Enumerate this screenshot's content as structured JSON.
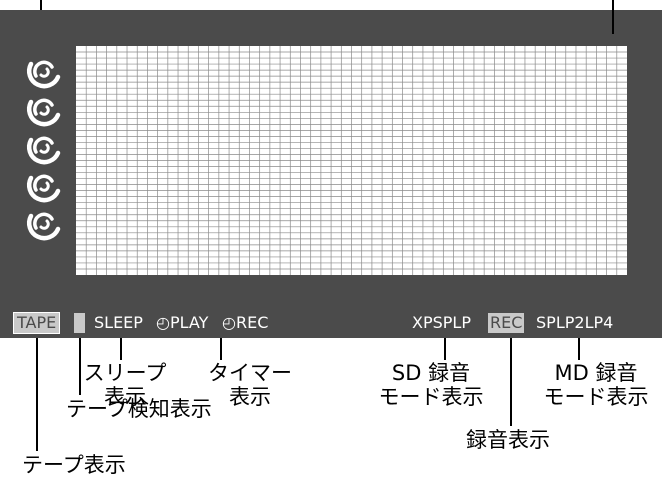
{
  "display": {
    "panel_color": "#4b4b4b",
    "pixel_color": "#ffffff",
    "indicator_box_color": "#c9c9c9",
    "matrix_cols": 54,
    "matrix_rows": 38,
    "spiral_icon_count": 5,
    "indicators": {
      "tape": "TAPE",
      "sleep": "SLEEP",
      "timer_play": "PLAY",
      "timer_rec": "REC",
      "sd_xp": "XP",
      "sd_sp": "SP",
      "sd_lp": "LP",
      "rec": "REC",
      "md_sp": "SP",
      "md_lp2": "LP2",
      "md_lp4": "LP4"
    }
  },
  "labels": {
    "sleep_line1": "スリープ",
    "sleep_line2": "表示",
    "timer_line1": "タイマー",
    "timer_line2": "表示",
    "sd_line1": "SD 録音",
    "sd_line2": "モード表示",
    "md_line1": "MD 録音",
    "md_line2": "モード表示",
    "tape_detect": "テープ検知表示",
    "rec": "録音表示",
    "tape": "テープ表示"
  }
}
